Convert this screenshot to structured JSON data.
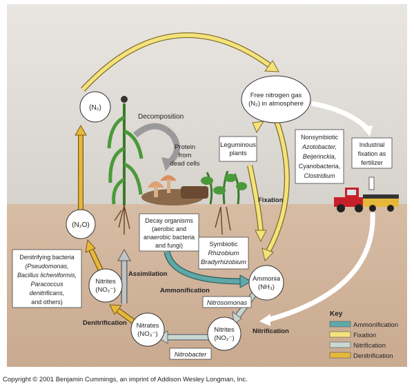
{
  "nodes": {
    "n2_left": "(N₂)",
    "n2o": "(N₂O)",
    "free_nitrogen_line1": "Free nitrogen gas",
    "free_nitrogen_line2": "(N₂) in atmosphere",
    "ammonia_line1": "Ammonia",
    "ammonia_line2": "(NH₃)",
    "nitrites_right_line1": "Nitrites",
    "nitrites_right_line2": "(NO₂⁻)",
    "nitrates_line1": "Nitrates",
    "nitrates_line2": "(NO₃⁻)",
    "nitrites_left_line1": "Nitrites",
    "nitrites_left_line2": "(NO₂⁻)"
  },
  "boxes": {
    "leguminous_line1": "Leguminous",
    "leguminous_line2": "plants",
    "nonsymbiotic_line1": "Nonsymbiotic",
    "nonsymbiotic_line2": "Azotobacter,",
    "nonsymbiotic_line3": "Beijerinckia,",
    "nonsymbiotic_line4": "Cyanobacteria,",
    "nonsymbiotic_line5": "Clostridium",
    "industrial_line1": "Industrial",
    "industrial_line2": "fixation as",
    "industrial_line3": "fertilizer",
    "decay_line1": "Decay organisms",
    "decay_line2": "(aerobic and",
    "decay_line3": "anaerobic bacteria",
    "decay_line4": "and fungi)",
    "symbiotic_line1": "Symbiotic",
    "symbiotic_line2": "Rhizobium",
    "symbiotic_line3": "Bradyrhizobium",
    "denitrifying_line1": "Denitrifying bacteria",
    "denitrifying_line2": "(Pseudomonas,",
    "denitrifying_line3": "Bacillus licheniformis,",
    "denitrifying_line4": "Paracoccus",
    "denitrifying_line5": "denitrificans,",
    "denitrifying_line6": "and others)",
    "nitrosomonas": "Nitrosomonas",
    "nitrobacter": "Nitrobacter"
  },
  "labels": {
    "decomposition": "Decomposition",
    "protein_line1": "Protein",
    "protein_line2": "from",
    "protein_line3": "dead cells",
    "fixation": "Fixation",
    "assimilation": "Assimilation",
    "ammonification": "Ammonification",
    "nitrification": "Nitrification",
    "denitrification": "Denitrification"
  },
  "key": {
    "title": "Key",
    "items": [
      {
        "label": "Ammonification",
        "color": "#5fa8a8"
      },
      {
        "label": "Fixation",
        "color": "#f5e27a"
      },
      {
        "label": "Nitrification",
        "color": "#c8d8d0"
      },
      {
        "label": "Denitrification",
        "color": "#e6b83a"
      }
    ]
  },
  "copyright": "Copyright © 2001 Benjamin Cummings, an imprint of Addison Wesley Longman, Inc.",
  "colors": {
    "sky": "#dcd9d4",
    "soil": "#d2b49c",
    "ammonification": "#5fa8a8",
    "fixation": "#f5e27a",
    "nitrification": "#c8d8d0",
    "denitrification": "#e6b83a",
    "assimilation_arrow": "#c0c4c6",
    "truck_red": "#c8202a"
  }
}
